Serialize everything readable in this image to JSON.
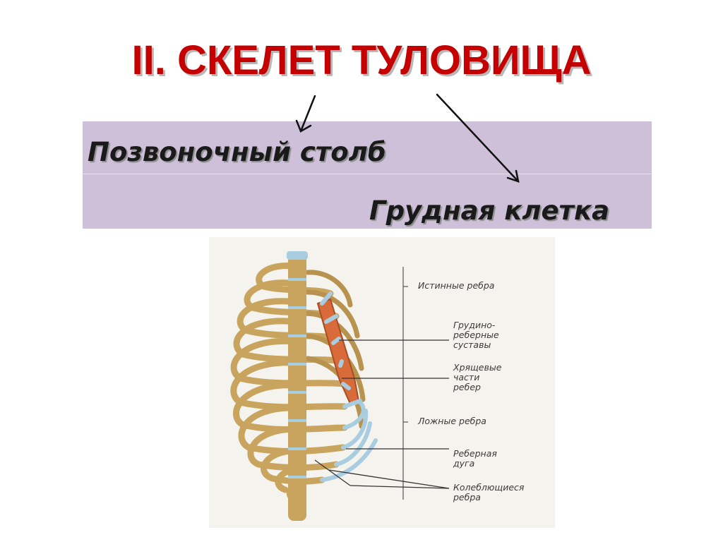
{
  "title": "II. СКЕЛЕТ ТУЛОВИЩА",
  "subtitle_left": "Позвоночный столб",
  "subtitle_right": "Грудная клетка",
  "colors": {
    "title": "#c40000",
    "band": "#cdc0d8",
    "bone": "#c9a45e",
    "cartilage": "#a9cde0",
    "sternum": "#d96b3a"
  },
  "labels": {
    "true_ribs": "Истинные ребра",
    "sternocostal_1": "Грудино-",
    "sternocostal_2": "реберные",
    "sternocostal_3": "суставы",
    "cartilage_1": "Хрящевые",
    "cartilage_2": "части",
    "cartilage_3": "ребер",
    "false_ribs": "Ложные ребра",
    "costal_arch_1": "Реберная",
    "costal_arch_2": "дуга",
    "floating_1": "Колеблющиеся",
    "floating_2": "ребра"
  }
}
